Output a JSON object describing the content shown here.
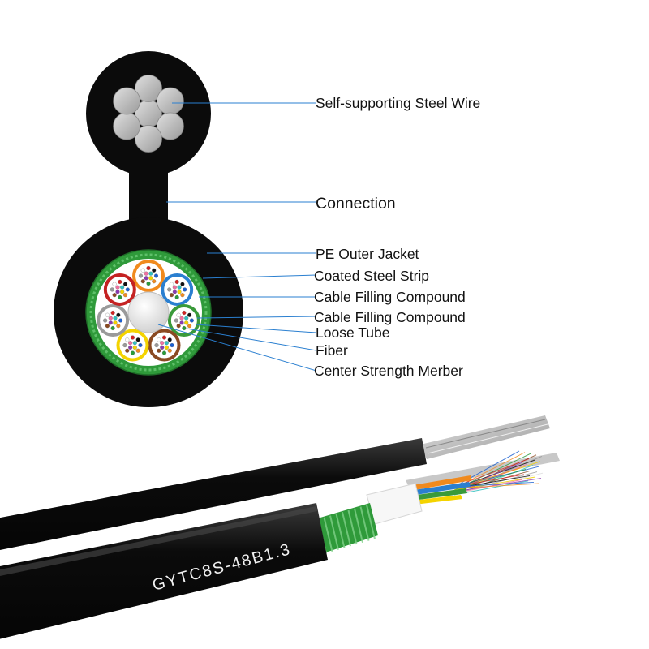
{
  "labels": {
    "steel_wire": "Self-supporting Steel Wire",
    "connection": "Connection",
    "pe_jacket": "PE Outer Jacket",
    "steel_strip": "Coated Steel Strip",
    "filling_1": "Cable Filling Compound",
    "filling_2": "Cable Filling Compound",
    "loose_tube": "Loose Tube",
    "fiber": "Fiber",
    "center_member": "Center Strength Merber"
  },
  "cable_marking": "GYTC8S-48B1.3",
  "colors": {
    "jacket": "#0b0b0b",
    "steel_wire": "#b9b9b9",
    "steel_strip": "#2f9a3a",
    "leader_line": "#2a7fd0",
    "filling_compound": "#ffffff",
    "center_member": "#e8e8e8"
  },
  "loose_tube_colors": [
    "#f08a1e",
    "#2a7fd0",
    "#3a9a3a",
    "#8a4a22",
    "#f4d300",
    "#9a9a9a",
    "#c42222"
  ],
  "fiber_colors": [
    "#1a5fd0",
    "#f08a1e",
    "#2a9a3a",
    "#8a4a22",
    "#9a9a9a",
    "#ffffff",
    "#d42222",
    "#111111",
    "#f4d300",
    "#8a3ab0",
    "#f070a0",
    "#30c0c0"
  ]
}
